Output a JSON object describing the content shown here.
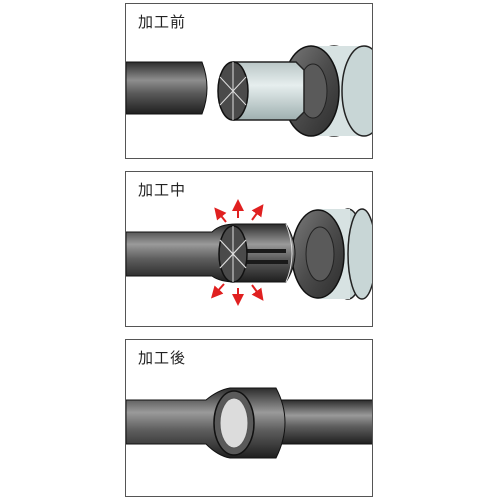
{
  "panels": [
    {
      "label": "加工前"
    },
    {
      "label": "加工中"
    },
    {
      "label": "加工後"
    }
  ],
  "colors": {
    "tube_dark": "#3a3a3a",
    "tube_light": "#9a9a9a",
    "tool_face": "#c9d6d6",
    "arrow": "#e02020"
  }
}
